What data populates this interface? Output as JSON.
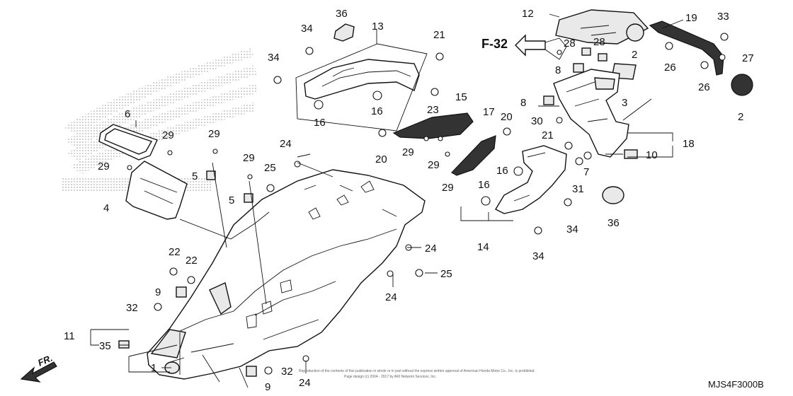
{
  "diagram": {
    "drawing_code": "MJS4F3000B",
    "cross_reference": "F-32",
    "direction_label": "FR.",
    "copyright_line1": "Reproduction of the contents of this publication in whole or in part without the express written approval of American Honda Motor Co., Inc. is prohibited.",
    "copyright_line2": "Page design (c) 2004 - 2017 by ARI Network Services, Inc."
  },
  "callouts": {
    "c36a": "36",
    "c13": "13",
    "c34a": "34",
    "c34b": "34",
    "c21a": "21",
    "c12": "12",
    "c19": "19",
    "c33": "33",
    "c28a": "28",
    "c28b": "28",
    "c2a": "2",
    "c26a": "26",
    "c27": "27",
    "c8a": "8",
    "c26b": "26",
    "c8b": "8",
    "c3": "3",
    "c2b": "2",
    "c6": "6",
    "c16a": "16",
    "c16b": "16",
    "c15": "15",
    "c23": "23",
    "c17": "17",
    "c20a": "20",
    "c30": "30",
    "c21b": "21",
    "c18": "18",
    "c10": "10",
    "c7": "7",
    "c29a": "29",
    "c29b": "29",
    "c29c": "29",
    "c29d": "29",
    "c29e": "29",
    "c29f": "29",
    "c29g": "29",
    "c20b": "20",
    "c24a": "24",
    "c5a": "5",
    "c5b": "5",
    "c25a": "25",
    "c16c": "16",
    "c16d": "16",
    "c31": "31",
    "c4": "4",
    "c34c": "34",
    "c36b": "36",
    "c14": "14",
    "c34d": "34",
    "c22a": "22",
    "c22b": "22",
    "c24b": "24",
    "c25b": "25",
    "c9a": "9",
    "c32a": "32",
    "c24c": "24",
    "c11": "11",
    "c35": "35",
    "c1": "1",
    "c32b": "32",
    "c9b": "9",
    "c24d": "24"
  }
}
